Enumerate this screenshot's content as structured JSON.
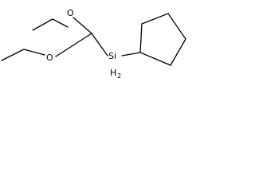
{
  "molecule": {
    "atoms": {
      "oxygen_upper": "O",
      "oxygen_lower": "O",
      "silicon": {
        "symbol": "Si",
        "hydrogen": "H",
        "hydrogen_count": "2"
      }
    }
  }
}
